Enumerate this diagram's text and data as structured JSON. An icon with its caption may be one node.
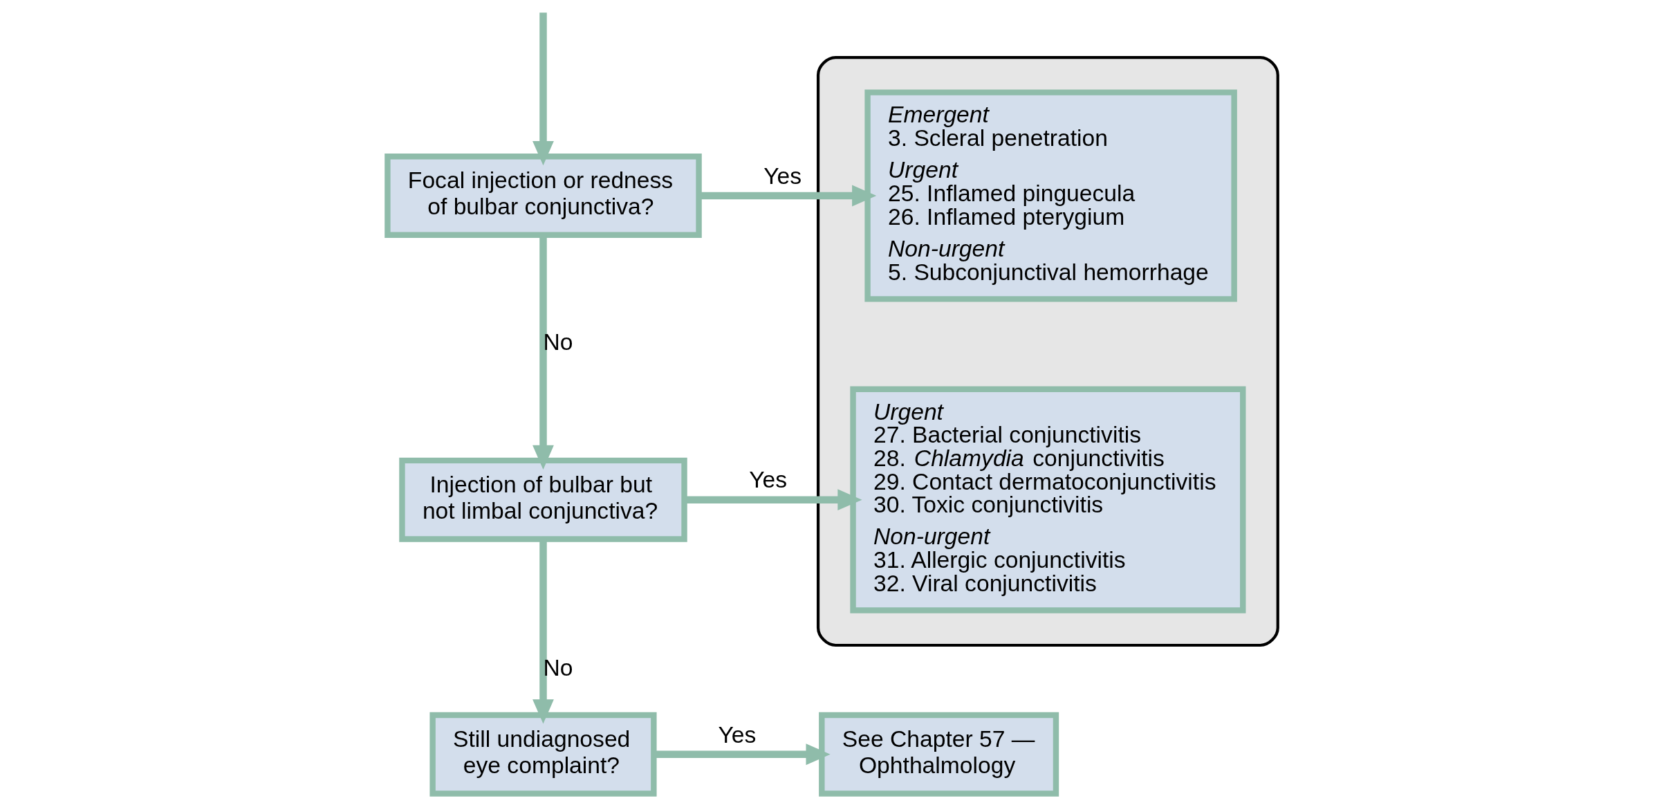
{
  "diagram": {
    "nodes": [
      {
        "text": [
          "Focal injection or redness of bulbar conjunctiva?"
        ]
      },
      {
        "text": [],
        "shape": "box"
      },
      {
        "text": [
          "Emergent",
          "3. Scleral penetration",
          "Urgent",
          "25. Inflamed pinguecula",
          "26. Inflamed pterygium",
          "Non-urgent",
          "5. Subconjunctival hemorrhage"
        ],
        "in": 1
      },
      {
        "text": [
          "Injection of bulbar but not limbal conjunctiva?"
        ]
      },
      {
        "text": [
          "Urgent",
          "27. Bacterial conjunctivitis",
          "28. *Chlamydia* conjunctivitis",
          "29. Contact dermatoconjunctivitis",
          "30. Toxic conjunctivitis",
          "Non-urgent",
          "31. Allergic conjunctivitis",
          "32. Viral conjunctivitis"
        ],
        "in": 1
      },
      {
        "text": [
          "Still undiagnosed eye complaint?"
        ]
      },
      {
        "text": [
          "See Chapter 57 — Ophthalmology"
        ]
      }
    ],
    "edges": [
      {
        "from": null,
        "to": 0,
        "arrow": "to"
      },
      {
        "from": 0,
        "to": 2,
        "arrow": "to",
        "label": "Yes"
      },
      {
        "from": 0,
        "to": 3,
        "arrow": "to",
        "label": "No"
      },
      {
        "from": 3,
        "to": 4,
        "arrow": "to",
        "label": "Yes"
      },
      {
        "from": 3,
        "to": 5,
        "arrow": "to",
        "label": "No"
      },
      {
        "from": 5,
        "to": 6,
        "arrow": "to",
        "label": "Yes"
      }
    ]
  }
}
